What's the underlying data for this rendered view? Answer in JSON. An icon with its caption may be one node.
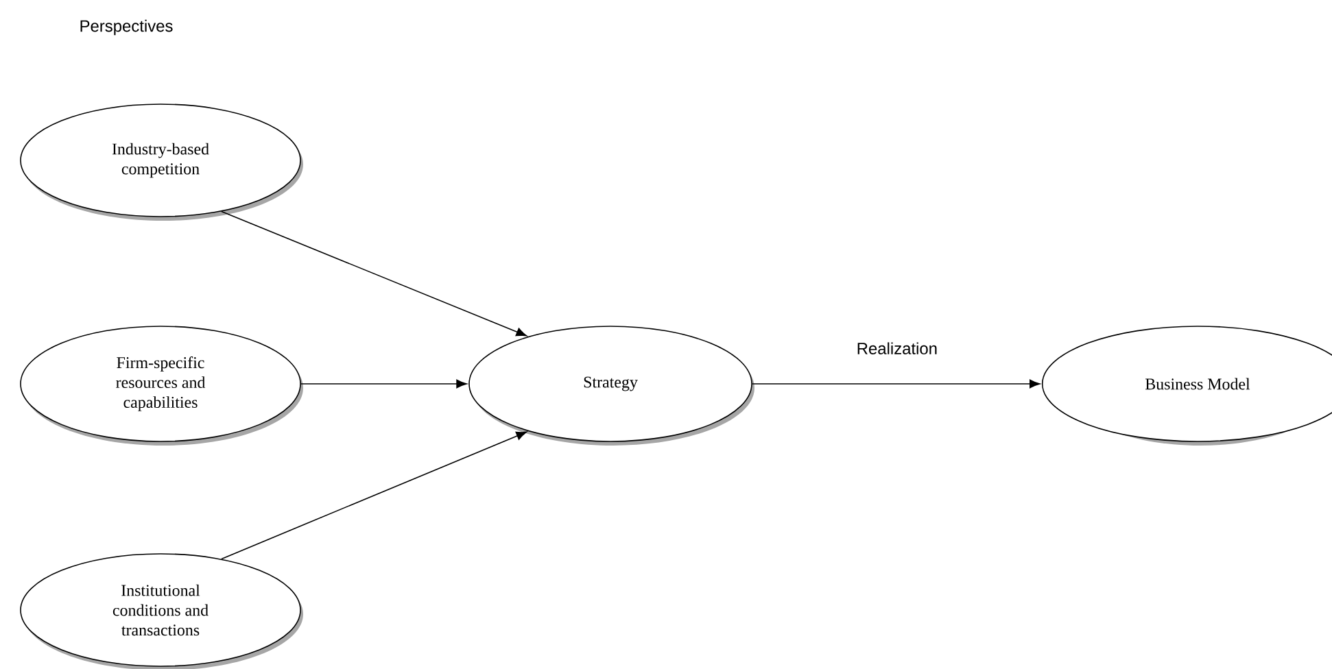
{
  "diagram": {
    "nodes": [
      {
        "text": [
          "Industry-based competition"
        ]
      },
      {
        "text": [
          "Firm-specific resources and capabilities"
        ]
      },
      {
        "text": [
          "Institutional conditions and transactions"
        ]
      },
      {
        "text": [
          "Strategy"
        ]
      },
      {
        "text": [
          "Business Model"
        ]
      }
    ],
    "edges": [
      {
        "from": 0,
        "to": 3,
        "arrow": "to"
      },
      {
        "from": 1,
        "to": 3,
        "arrow": "to"
      },
      {
        "from": 2,
        "to": 3,
        "arrow": "to"
      },
      {
        "from": 3,
        "to": 4,
        "arrow": "to",
        "label": "Realization"
      }
    ],
    "labels": [
      "Perspectives"
    ]
  }
}
